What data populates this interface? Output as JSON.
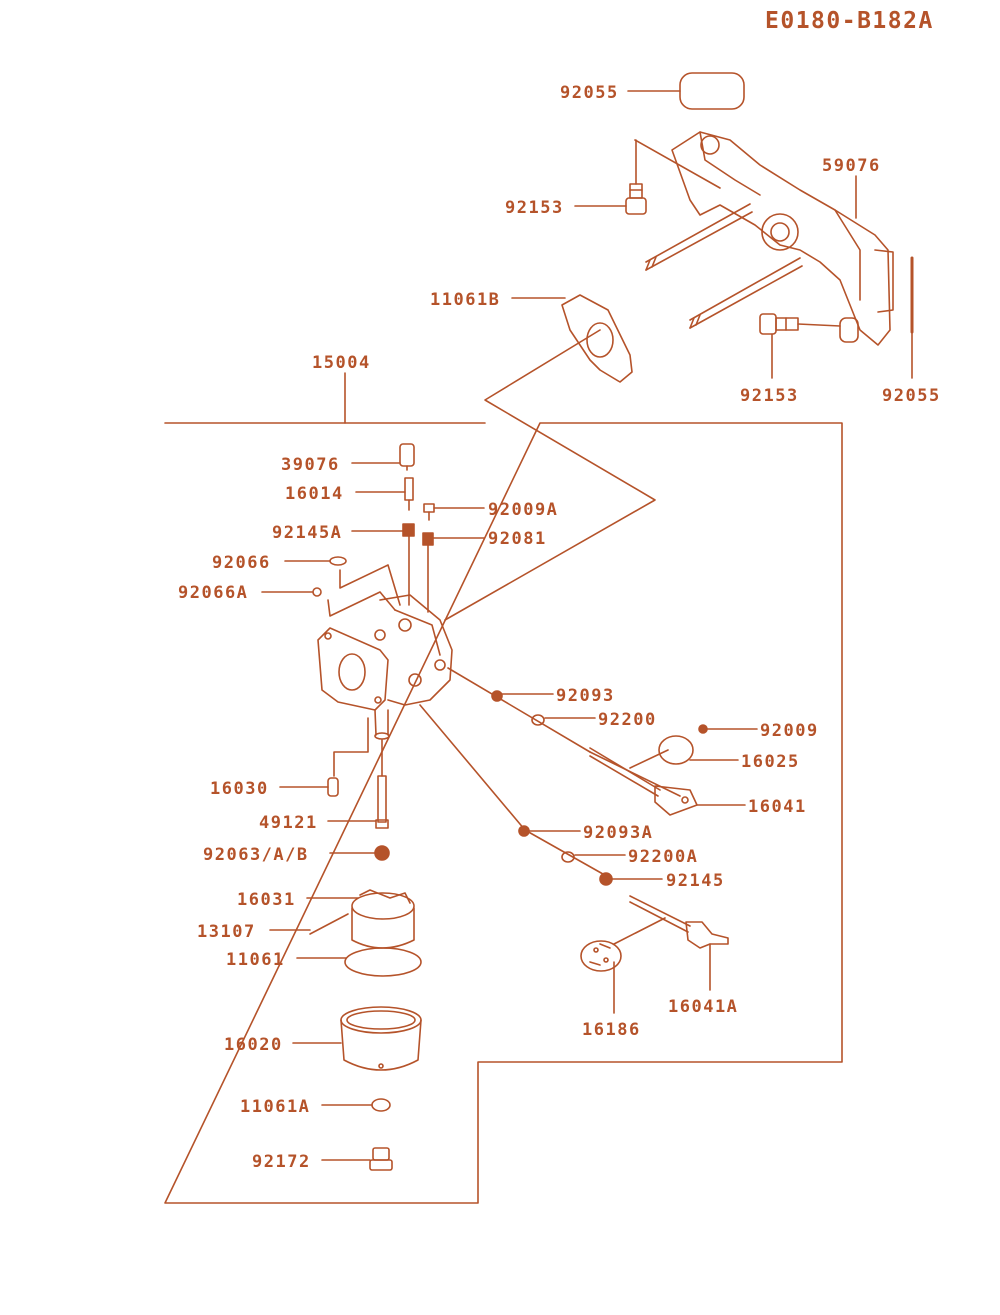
{
  "diagram": {
    "code": "E0180-B182A",
    "color": "#b5532a",
    "parts": [
      {
        "key": "p92055_top",
        "label": "92055"
      },
      {
        "key": "p59076",
        "label": "59076"
      },
      {
        "key": "p92153_top",
        "label": "92153"
      },
      {
        "key": "p11061B",
        "label": "11061B"
      },
      {
        "key": "p92153_bot",
        "label": "92153"
      },
      {
        "key": "p92055_bot",
        "label": "92055"
      },
      {
        "key": "p15004",
        "label": "15004"
      },
      {
        "key": "p39076",
        "label": "39076"
      },
      {
        "key": "p16014",
        "label": "16014"
      },
      {
        "key": "p92009A",
        "label": "92009A"
      },
      {
        "key": "p92145A",
        "label": "92145A"
      },
      {
        "key": "p92081",
        "label": "92081"
      },
      {
        "key": "p92066",
        "label": "92066"
      },
      {
        "key": "p92066A",
        "label": "92066A"
      },
      {
        "key": "p92093",
        "label": "92093"
      },
      {
        "key": "p92200",
        "label": "92200"
      },
      {
        "key": "p92009",
        "label": "92009"
      },
      {
        "key": "p16025",
        "label": "16025"
      },
      {
        "key": "p16041",
        "label": "16041"
      },
      {
        "key": "p16030",
        "label": "16030"
      },
      {
        "key": "p49121",
        "label": "49121"
      },
      {
        "key": "p92093A",
        "label": "92093A"
      },
      {
        "key": "p92200A",
        "label": "92200A"
      },
      {
        "key": "p92063AB",
        "label": "92063/A/B"
      },
      {
        "key": "p92145",
        "label": "92145"
      },
      {
        "key": "p16031",
        "label": "16031"
      },
      {
        "key": "p13107",
        "label": "13107"
      },
      {
        "key": "p11061",
        "label": "11061"
      },
      {
        "key": "p16186",
        "label": "16186"
      },
      {
        "key": "p16041A",
        "label": "16041A"
      },
      {
        "key": "p16020",
        "label": "16020"
      },
      {
        "key": "p11061A",
        "label": "11061A"
      },
      {
        "key": "p92172",
        "label": "92172"
      }
    ]
  }
}
